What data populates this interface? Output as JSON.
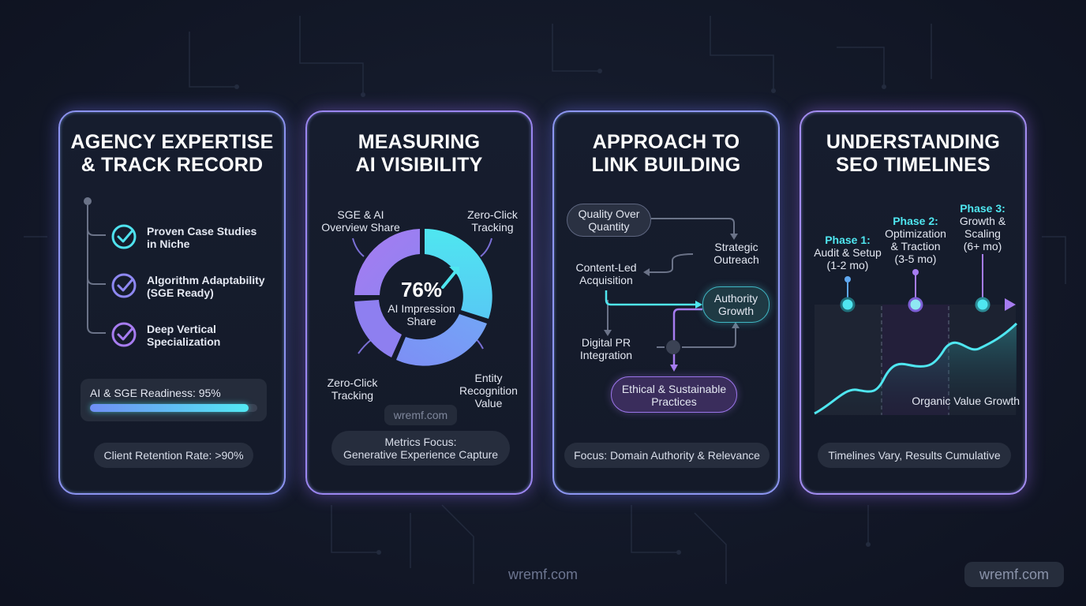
{
  "cards": {
    "expertise": {
      "title_line1": "AGENCY EXPERTISE",
      "title_line2": "& TRACK RECORD",
      "items": [
        {
          "line1": "Proven Case Studies",
          "line2": "in Niche",
          "icon": "check-circle-icon"
        },
        {
          "line1": "Algorithm Adaptability",
          "line2": "(SGE Ready)",
          "icon": "check-circle-icon"
        },
        {
          "line1": "Deep Vertical",
          "line2": "Specialization",
          "icon": "check-circle-icon"
        }
      ],
      "readiness_label": "AI & SGE Readiness: 95%",
      "readiness_value": 0.95,
      "retention": "Client Retention Rate: >90%"
    },
    "visibility": {
      "title_line1": "MEASURING",
      "title_line2": "AI VISIBILITY",
      "center_value": "76%",
      "center_label_line1": "AI Impression",
      "center_label_line2": "Share",
      "labels": {
        "top_left_line1": "SGE & AI",
        "top_left_line2": "Overview Share",
        "top_right_line1": "Zero-Click",
        "top_right_line2": "Tracking",
        "bottom_left_line1": "Zero-Click",
        "bottom_left_line2": "Tracking",
        "bottom_right_line1": "Entity",
        "bottom_right_line2": "Recognition",
        "bottom_right_line3": "Value"
      },
      "watermark": "wremf.com",
      "focus_line1": "Metrics Focus:",
      "focus_line2": "Generative Experience Capture"
    },
    "links": {
      "title_line1": "APPROACH TO",
      "title_line2": "LINK BUILDING",
      "quality_line1": "Quality Over",
      "quality_line2": "Quantity",
      "outreach_line1": "Strategic",
      "outreach_line2": "Outreach",
      "content_line1": "Content-Led",
      "content_line2": "Acquisition",
      "authority_line1": "Authority",
      "authority_line2": "Growth",
      "pr_line1": "Digital PR",
      "pr_line2": "Integration",
      "ethical_line1": "Ethical & Sustainable",
      "ethical_line2": "Practices",
      "focus": "Focus: Domain Authority & Relevance"
    },
    "timelines": {
      "title_line1": "UNDERSTANDING",
      "title_line2": "SEO TIMELINES",
      "phases": [
        {
          "name": "Phase 1:",
          "line1": "Audit & Setup",
          "line2": "(1-2 mo)"
        },
        {
          "name": "Phase 2:",
          "line1": "Optimization",
          "line2": "& Traction",
          "line3": "(3-5 mo)"
        },
        {
          "name": "Phase 3:",
          "line1": "Growth &",
          "line2": "Scaling",
          "line3": "(6+ mo)"
        }
      ],
      "curve_label": "Organic Value Growth",
      "footer": "Timelines Vary, Results Cumulative"
    }
  },
  "footer": {
    "center_watermark": "wremf.com",
    "badge": "wremf.com"
  },
  "colors": {
    "cyan": "#4fe6f0",
    "violet": "#a67cf0",
    "blue": "#7c8ff5"
  }
}
